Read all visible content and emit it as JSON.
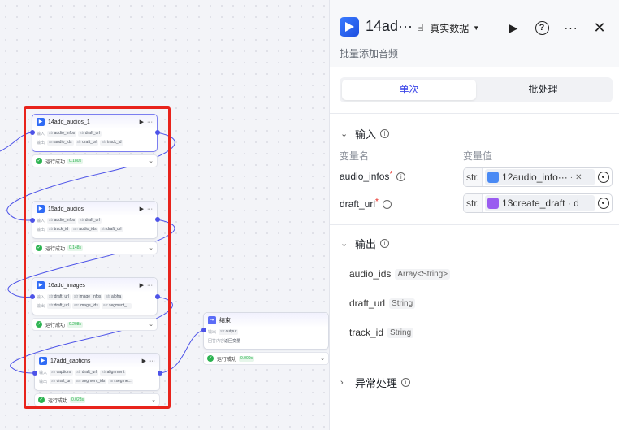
{
  "canvas": {
    "nodes": [
      {
        "title": "14add_audios_1",
        "input_label": "输入",
        "inputs": [
          {
            "type": "str",
            "name": "audio_infos"
          },
          {
            "type": "str",
            "name": "draft_url"
          }
        ],
        "output_label": "输出",
        "outputs": [
          {
            "type": "arr",
            "name": "audio_ids"
          },
          {
            "type": "str",
            "name": "draft_url"
          },
          {
            "type": "str",
            "name": "track_id"
          }
        ],
        "status": "运行成功",
        "time": "0.180s"
      },
      {
        "title": "15add_audios",
        "input_label": "输入",
        "inputs": [
          {
            "type": "str",
            "name": "audio_infos"
          },
          {
            "type": "str",
            "name": "draft_url"
          }
        ],
        "output_label": "输出",
        "outputs": [
          {
            "type": "str",
            "name": "track_id"
          },
          {
            "type": "arr",
            "name": "audio_ids"
          },
          {
            "type": "str",
            "name": "draft_url"
          }
        ],
        "status": "运行成功",
        "time": "0.148s"
      },
      {
        "title": "16add_images",
        "input_label": "输入",
        "inputs": [
          {
            "type": "str",
            "name": "draft_url"
          },
          {
            "type": "str",
            "name": "image_infos"
          },
          {
            "type": "str",
            "name": "alpha"
          }
        ],
        "output_label": "输出",
        "outputs": [
          {
            "type": "str",
            "name": "draft_url"
          },
          {
            "type": "arr",
            "name": "image_ids"
          },
          {
            "type": "arr",
            "name": "segment_..."
          }
        ],
        "status": "运行成功",
        "time": "0.208s"
      },
      {
        "title": "17add_captions",
        "input_label": "输入",
        "inputs": [
          {
            "type": "str",
            "name": "captions"
          },
          {
            "type": "str",
            "name": "draft_url"
          },
          {
            "type": "str",
            "name": "alignment"
          }
        ],
        "output_label": "输出",
        "outputs": [
          {
            "type": "str",
            "name": "draft_url"
          },
          {
            "type": "arr",
            "name": "segment_ids"
          },
          {
            "type": "arr",
            "name": "segme..."
          }
        ],
        "status": "运行成功",
        "time": "0.028s"
      }
    ],
    "end_node": {
      "title": "结束",
      "row1_label": "输出",
      "row1_tag_type": "str",
      "row1_tag": "output",
      "row2_label": "回答内容",
      "row2_value": "返回变量",
      "status": "运行成功",
      "time": "0.000s"
    }
  },
  "panel": {
    "title": "14ad···",
    "subtitle": "批量添加音频",
    "mode_label": "真实数据",
    "tabs": [
      {
        "label": "单次",
        "active": true
      },
      {
        "label": "批处理",
        "active": false
      }
    ],
    "input_section": {
      "title": "输入",
      "col_name": "变量名",
      "col_value": "变量值",
      "vars": [
        {
          "name": "audio_infos",
          "type": "str.",
          "ref": "12audio_info···",
          "suffix": "·",
          "icon": "blue"
        },
        {
          "name": "draft_url",
          "type": "str.",
          "ref": "13create_draft · d",
          "suffix": "",
          "icon": "purple"
        }
      ]
    },
    "output_section": {
      "title": "输出",
      "outputs": [
        {
          "name": "audio_ids",
          "type": "Array<String>"
        },
        {
          "name": "draft_url",
          "type": "String"
        },
        {
          "name": "track_id",
          "type": "String"
        }
      ]
    },
    "error_section": {
      "title": "异常处理"
    }
  },
  "colors": {
    "accent": "#4d53e8",
    "success": "#2bb350",
    "highlight": "#e8231b"
  }
}
